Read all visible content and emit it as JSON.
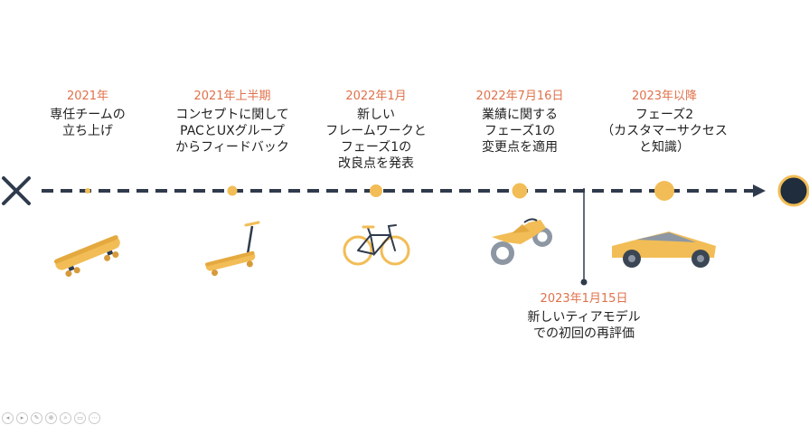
{
  "milestones": [
    {
      "date": "2021年",
      "lines": [
        "専任チームの",
        "立ち上げ"
      ],
      "vehicle": "skateboard"
    },
    {
      "date": "2021年上半期",
      "lines": [
        "コンセプトに関して",
        "PACとUXグループ",
        "からフィードバック"
      ],
      "vehicle": "scooter"
    },
    {
      "date": "2022年1月",
      "lines": [
        "新しい",
        "フレームワークと",
        "フェーズ1の",
        "改良点を発表"
      ],
      "vehicle": "bicycle"
    },
    {
      "date": "2022年7月16日",
      "lines": [
        "業績に関する",
        "フェーズ1の",
        "変更点を適用"
      ],
      "vehicle": "motorcycle"
    },
    {
      "date": "2023年以降",
      "lines": [
        "フェーズ2",
        "（カスタマーサクセス",
        "と知識）"
      ],
      "vehicle": "truck"
    }
  ],
  "event": {
    "date": "2023年1月15日",
    "lines": [
      "新しいティアモデル",
      "での初回の再評価"
    ]
  },
  "colors": {
    "accent": "#f2bd56",
    "date": "#e0714a",
    "line": "#2f3b4c",
    "end": "#1f2d3d"
  },
  "toolbar_icons": [
    "back-icon",
    "forward-icon",
    "pen-icon",
    "zoom-icon",
    "search-icon",
    "screen-icon",
    "more-icon"
  ]
}
